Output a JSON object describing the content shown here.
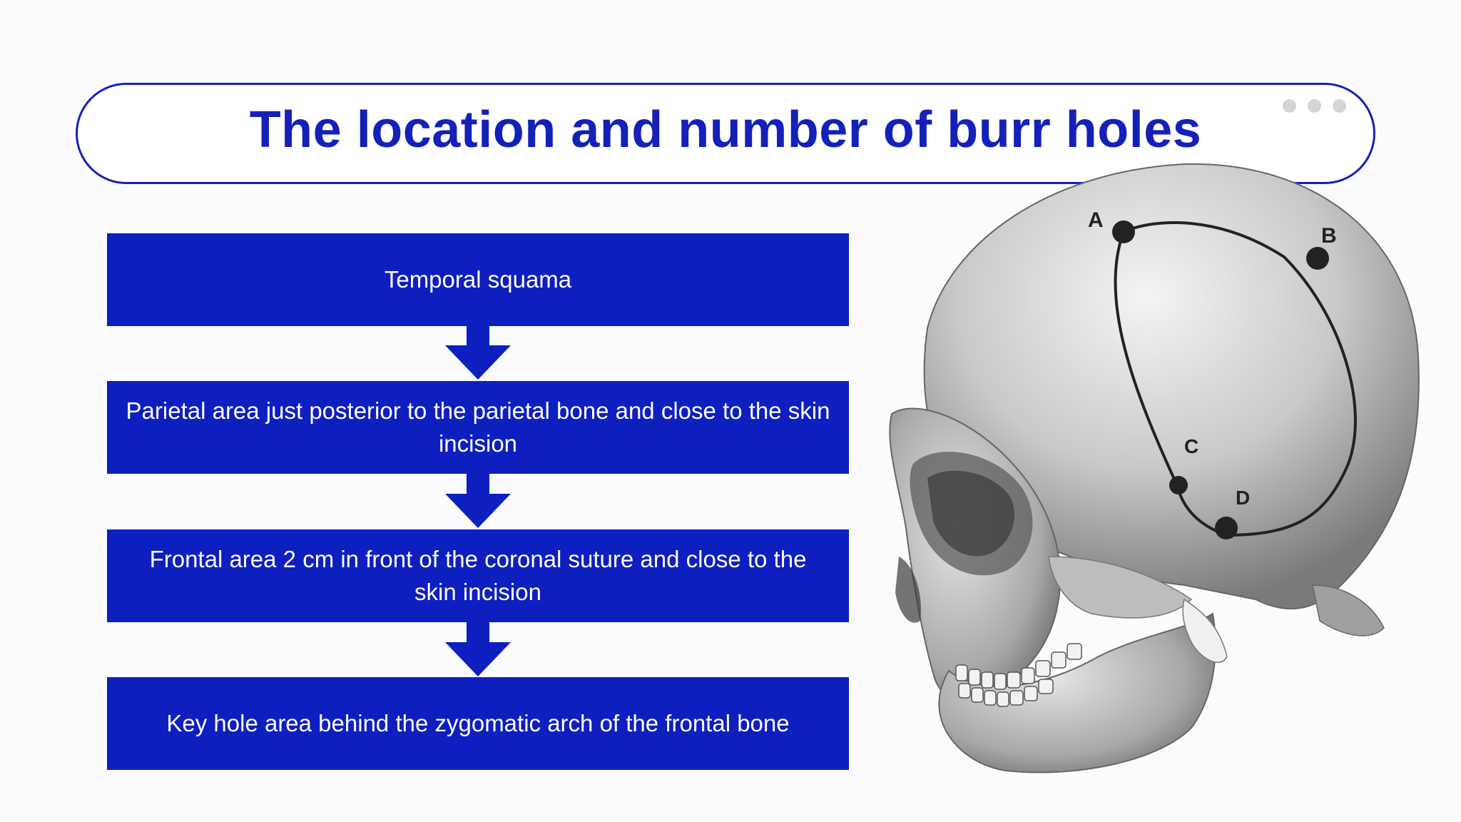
{
  "slide": {
    "title": "The location and number of burr holes",
    "menu_icon": "more-dots-icon"
  },
  "steps": [
    {
      "label": "Temporal squama"
    },
    {
      "label": "Parietal area just posterior to the parietal bone and close to the skin incision"
    },
    {
      "label": "Frontal area 2 cm in front of the coronal suture and close to the skin incision"
    },
    {
      "label": "Key hole area behind the zygomatic arch of the frontal bone"
    }
  ],
  "skull": {
    "points": [
      {
        "label": "A"
      },
      {
        "label": "B"
      },
      {
        "label": "C"
      },
      {
        "label": "D"
      }
    ]
  },
  "colors": {
    "accent": "#1520b8",
    "box_fill": "#0e1fc0",
    "background": "#fbfbfe"
  }
}
